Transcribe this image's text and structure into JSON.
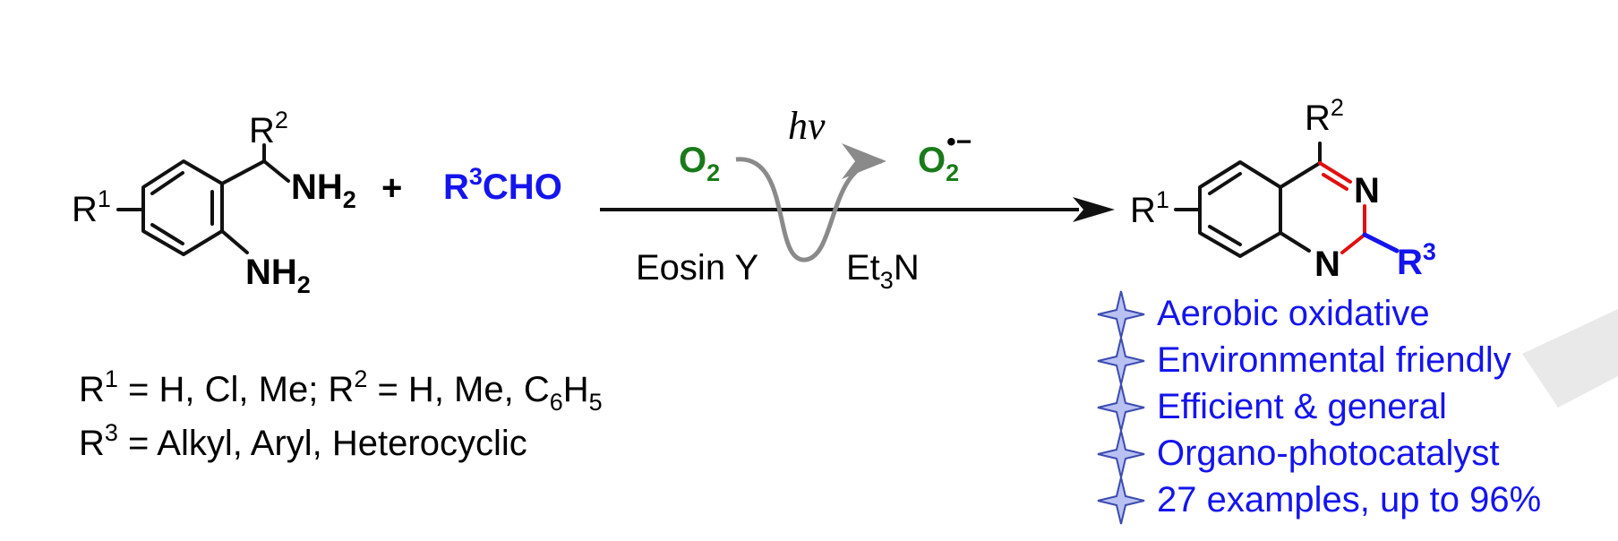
{
  "colors": {
    "blue": "#1414ee",
    "green": "#1a7a1a",
    "red": "#e01010",
    "grey_arc": "#8a8a8a",
    "black": "#000000",
    "star_fill": "#b9c1f2",
    "star_stroke": "#3c4bb0",
    "watermark": "#d9d9d9"
  },
  "reactant_amine": {
    "r2": "R",
    "r2_sup": "2",
    "r1": "R",
    "r1_sup": "1",
    "nh2_top": "NH",
    "nh2_top_sub": "2",
    "nh2_bottom": "NH",
    "nh2_bottom_sub": "2"
  },
  "plus": "+",
  "aldehyde": {
    "r": "R",
    "sup": "3",
    "cho": "CHO"
  },
  "arrow": {
    "light": "hν",
    "o2": "O",
    "o2_sub": "2",
    "superoxide": "O",
    "superoxide_sub": "2",
    "superoxide_sup": "•−",
    "catalyst": "Eosin Y",
    "base": "Et",
    "base_sub": "3",
    "base_tail": "N"
  },
  "product": {
    "r2": "R",
    "r2_sup": "2",
    "r1": "R",
    "r1_sup": "1",
    "n_top": "N",
    "n_bottom": "N",
    "r3": "R",
    "r3_sup": "3"
  },
  "substituents": {
    "line1": {
      "r1": "R",
      "r1_sup": "1",
      "r1_text": " = H, Cl, Me; ",
      "r2": "R",
      "r2_sup": "2",
      "r2_text": " = H, Me, C",
      "c_sub": "6",
      "h": "H",
      "h_sub": "5"
    },
    "line2": {
      "r3": "R",
      "r3_sup": "3",
      "r3_text": " = Alkyl, Aryl, Heterocyclic"
    }
  },
  "features": [
    "Aerobic oxidative",
    "Environmental friendly",
    "Efficient & general",
    "Organo-photocatalyst",
    "27 examples, up to 96%"
  ],
  "star_icon": "four-point-star-icon"
}
